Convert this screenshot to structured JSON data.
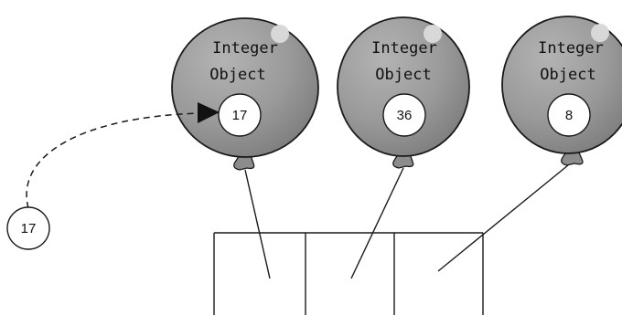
{
  "colors": {
    "balloon_fill": "#9a9a9a",
    "balloon_stroke": "#1a1a1a",
    "line": "#1a1a1a",
    "background": "#ffffff"
  },
  "balloons": [
    {
      "line1": "Integer",
      "line2": "Object",
      "value": "17"
    },
    {
      "line1": "Integer",
      "line2": "Object",
      "value": "36"
    },
    {
      "line1": "Integer",
      "line2": "Object",
      "value": "8"
    }
  ],
  "loose_value": "17",
  "icons": {
    "arrow": "dashed-arrow-icon",
    "knot": "balloon-knot-icon"
  }
}
